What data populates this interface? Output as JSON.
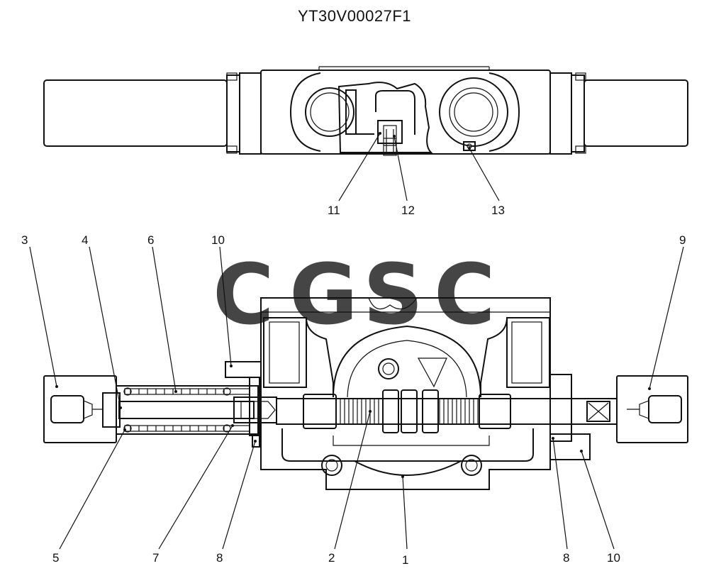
{
  "title": "YT30V00027F1",
  "watermark": {
    "letters": [
      "C",
      "G",
      "S",
      "C"
    ],
    "colors": [
      "#4f8ef7",
      "#f0675e",
      "#f7cd3e",
      "#35a66d"
    ]
  },
  "callouts": {
    "top": [
      "11",
      "12",
      "13"
    ],
    "upper_row": [
      "3",
      "4",
      "6",
      "10",
      "9"
    ],
    "bottom_row": [
      "5",
      "7",
      "8",
      "2",
      "1",
      "8",
      "10"
    ]
  }
}
